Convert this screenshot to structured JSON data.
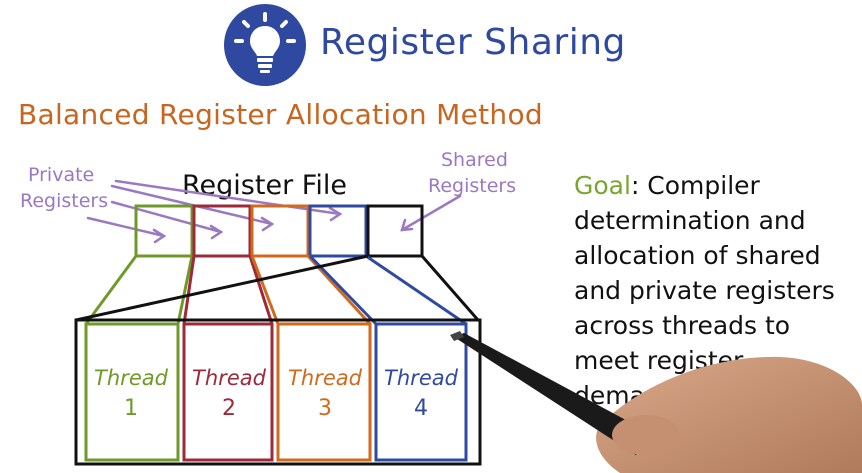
{
  "title": "Register Sharing",
  "subtitle": "Balanced Register Allocation Method",
  "diagram": {
    "register_file_label": "Register File",
    "private_label_line1": "Private",
    "private_label_line2": "Registers",
    "shared_label_line1": "Shared",
    "shared_label_line2": "Registers",
    "threads": [
      {
        "label": "Thread",
        "number": "1",
        "color": "#6f9a2a"
      },
      {
        "label": "Thread",
        "number": "2",
        "color": "#9c2a3a"
      },
      {
        "label": "Thread",
        "number": "3",
        "color": "#d06a1d"
      },
      {
        "label": "Thread",
        "number": "4",
        "color": "#2f4aa0"
      }
    ],
    "arrow_color": "#9b78c2"
  },
  "goal": {
    "keyword": "Goal",
    "text": ": Compiler determination and allocation of shared and private registers across threads to meet register demands."
  }
}
